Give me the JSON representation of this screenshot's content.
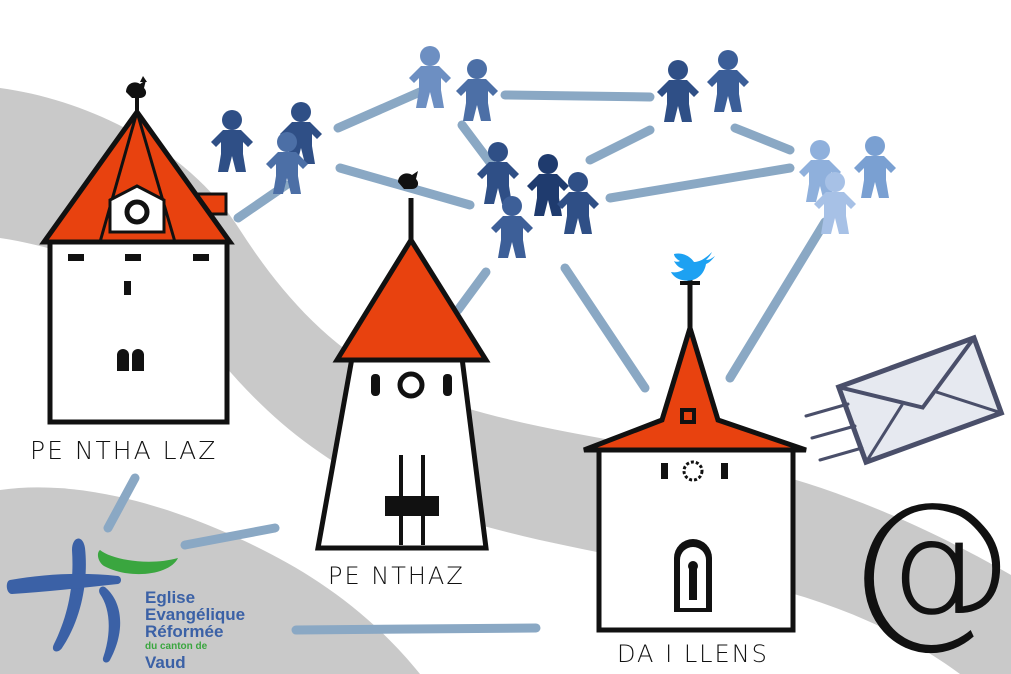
{
  "villages": {
    "penthalaz": "PE NTHA LAZ",
    "penthaz": "PE NTHAZ",
    "daillens": "DA I LLENS"
  },
  "eerv_logo": {
    "line1": "Eglise",
    "line2": "Evangélique",
    "line3": "Réformée",
    "line4": "du canton de",
    "line5": "Vaud"
  },
  "at_symbol": "@",
  "icons": [
    "rooster-weathervane-icon",
    "twitter-bird-icon",
    "cross-icon",
    "envelope-icon",
    "people-figures-icon"
  ],
  "colors": {
    "roof": "#e8420f",
    "network_line": "#8aa8c4",
    "figure_dark": "#2f4f86",
    "figure_mid": "#4c6fa6",
    "figure_light": "#8fb0dc",
    "band": "#c8c8c8",
    "logo_blue": "#3b61a6",
    "logo_green": "#3aa63f",
    "twitter": "#1da1f2"
  }
}
